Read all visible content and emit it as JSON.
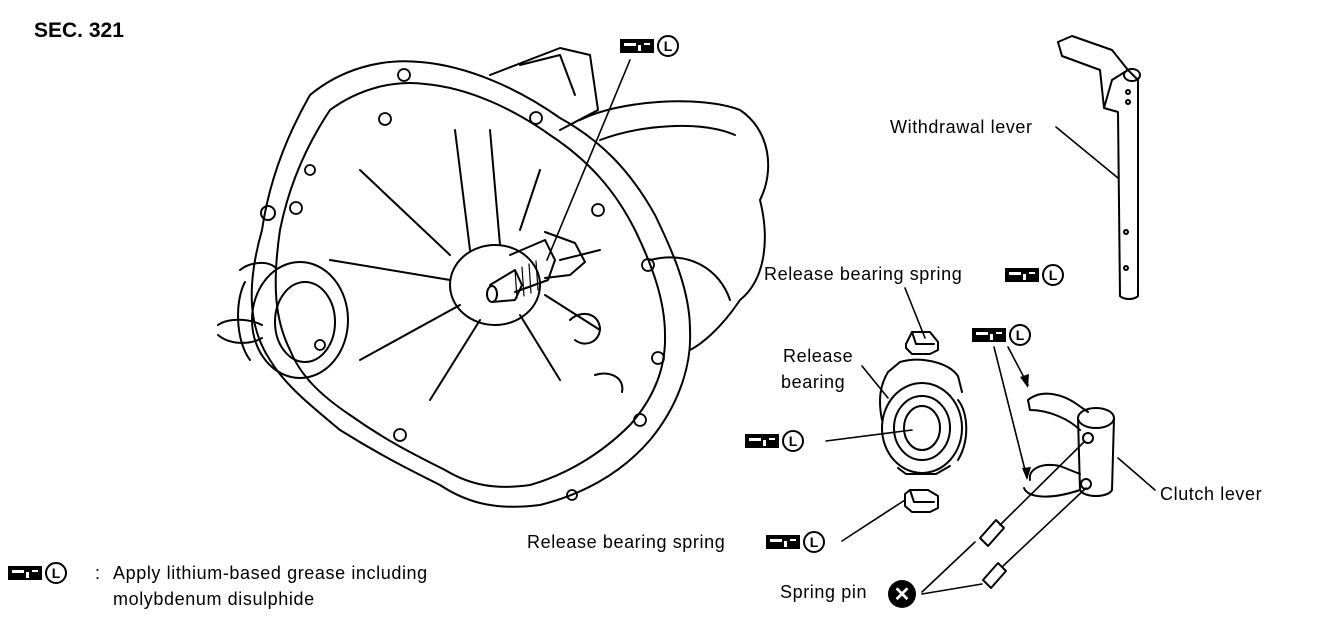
{
  "section": "SEC. 321",
  "symbols": {
    "grease_icon": "grease-gun-icon",
    "lubricant_letter": "L",
    "no_reuse_icon": "x-circle-icon"
  },
  "labels": {
    "withdrawal_lever": "Withdrawal lever",
    "release_bearing_spring_top": "Release bearing spring",
    "release_bearing_line1": "Release",
    "release_bearing_line2": "bearing",
    "clutch_lever": "Clutch lever",
    "release_bearing_spring_bottom": "Release bearing spring",
    "spring_pin": "Spring pin"
  },
  "legend": {
    "separator": ":",
    "line1": "Apply lithium-based grease including",
    "line2": "molybdenum disulphide"
  }
}
